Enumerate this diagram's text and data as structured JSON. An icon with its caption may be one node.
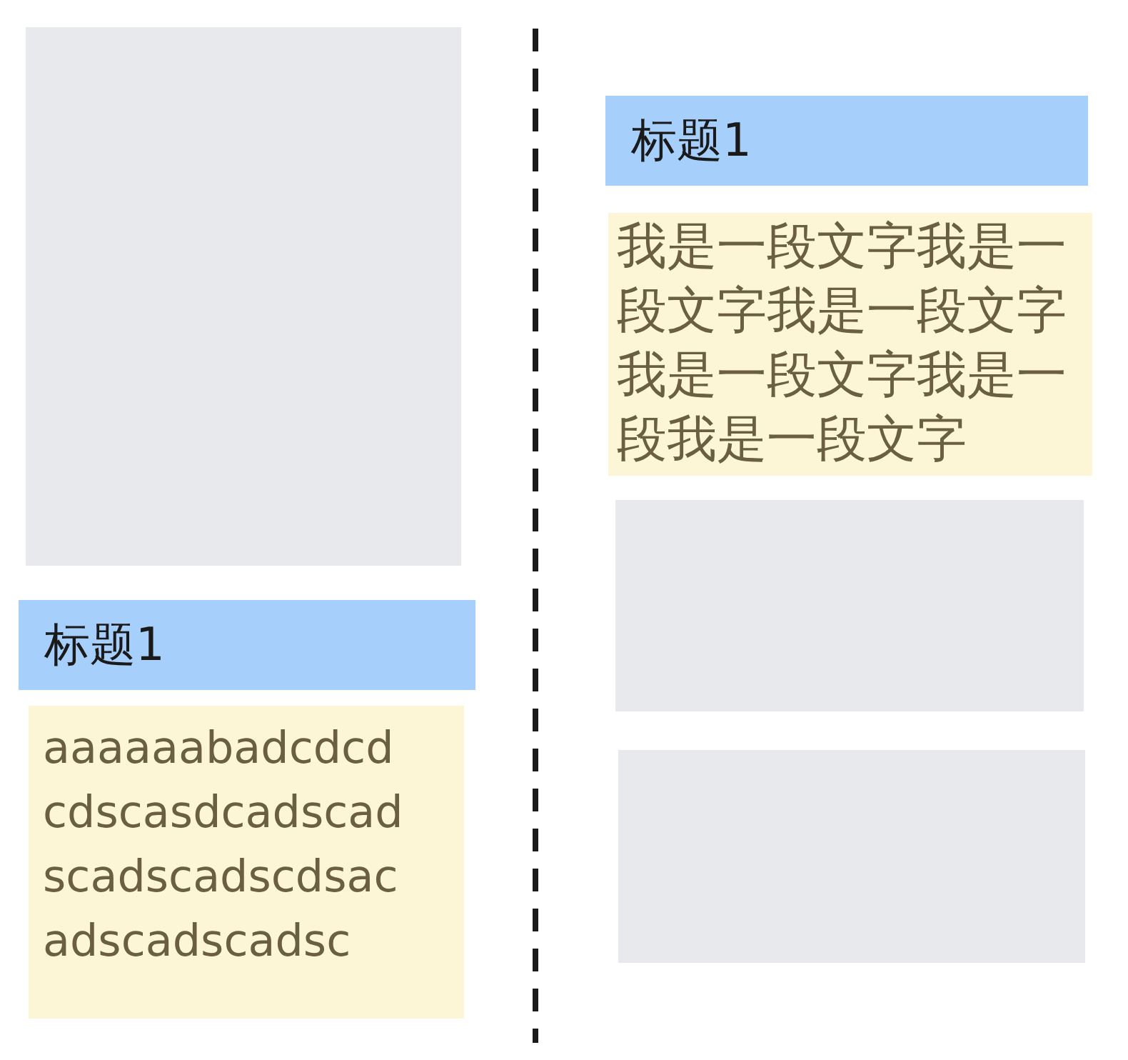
{
  "diagram": {
    "nodes": [
      {
        "text": [],
        "shape": "box"
      },
      {
        "text": [
          "标题1"
        ]
      },
      {
        "text": [
          "aaaaaabadcdcd cdscasdcadscad scadscadscdsac adscadscadsc"
        ]
      },
      {
        "text": [
          "标题1"
        ]
      },
      {
        "text": [
          "我是一段文字我是一段文字我是一段文字我是一段文字我是一段我是一段文字"
        ]
      },
      {
        "text": [],
        "shape": "box"
      },
      {
        "text": [],
        "shape": "box"
      }
    ],
    "edges": []
  }
}
